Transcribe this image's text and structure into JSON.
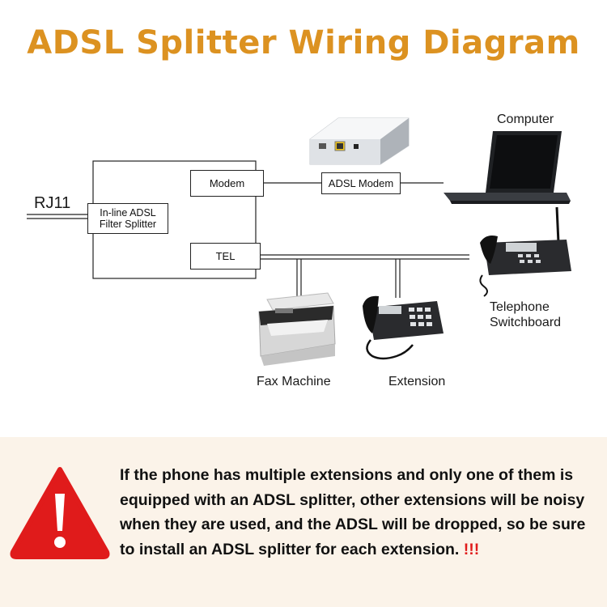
{
  "title": "ADSL Splitter Wiring Diagram",
  "labels": {
    "rj11": "RJ11",
    "splitter": "In-line ADSL Filter Splitter",
    "modem_port": "Modem",
    "tel_port": "TEL",
    "adsl_modem": "ADSL Modem",
    "computer": "Computer",
    "telephone_line1": "Telephone",
    "telephone_line2": "Switchboard",
    "fax": "Fax Machine",
    "extension": "Extension"
  },
  "warning": {
    "text": "If the phone has multiple extensions and only one of them is equipped with an ADSL splitter, other extensions will be noisy when they are used, and the ADSL will be dropped, so be sure to install an ADSL splitter for each extension.",
    "exclaim": "!!!",
    "icon": "warning-triangle-icon"
  },
  "colors": {
    "title": "#dc9221",
    "warning_red": "#e01b1b",
    "panel": "#fbf3e9"
  }
}
